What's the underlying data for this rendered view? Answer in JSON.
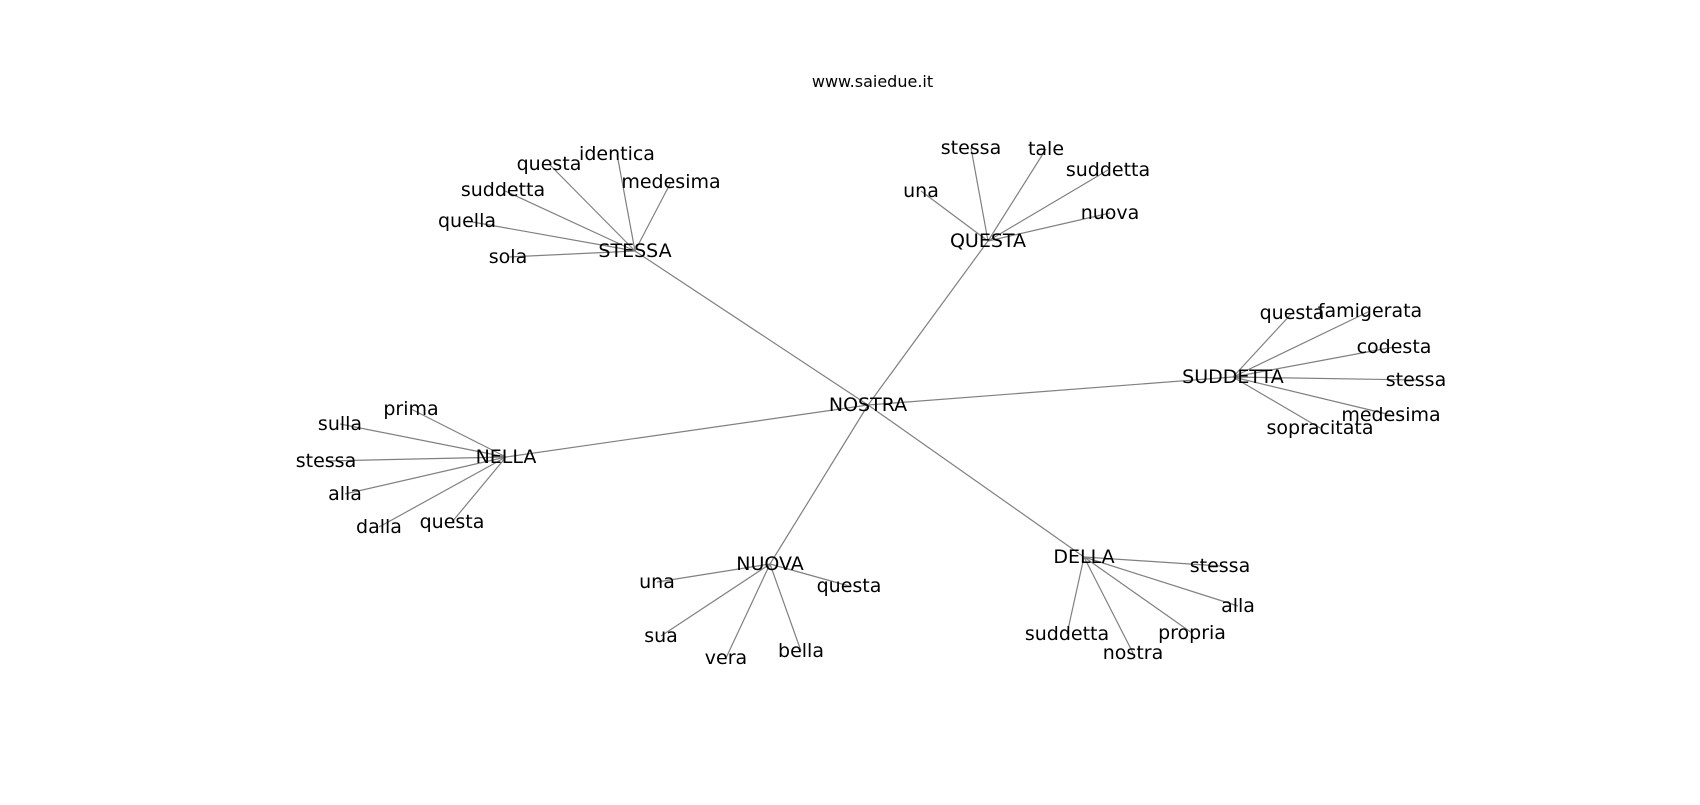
{
  "site": "www.saiedue.it",
  "graph": {
    "root": "NOSTRA",
    "hubs": [
      {
        "id": "stessa",
        "label": "STESSA",
        "leaves": [
          "identica",
          "questa",
          "medesima",
          "suddetta",
          "quella",
          "sola"
        ]
      },
      {
        "id": "questa",
        "label": "QUESTA",
        "leaves": [
          "stessa",
          "tale",
          "suddetta",
          "una",
          "nuova"
        ]
      },
      {
        "id": "suddetta",
        "label": "SUDDETTA",
        "leaves": [
          "questa",
          "famigerata",
          "codesta",
          "stessa",
          "medesima",
          "sopracitata"
        ]
      },
      {
        "id": "nella",
        "label": "NELLA",
        "leaves": [
          "prima",
          "sulla",
          "stessa",
          "alla",
          "dalla",
          "questa"
        ]
      },
      {
        "id": "nuova",
        "label": "NUOVA",
        "leaves": [
          "una",
          "questa",
          "sua",
          "vera",
          "bella"
        ]
      },
      {
        "id": "della",
        "label": "DELLA",
        "leaves": [
          "stessa",
          "alla",
          "suddetta",
          "propria",
          "nostra"
        ]
      }
    ]
  }
}
